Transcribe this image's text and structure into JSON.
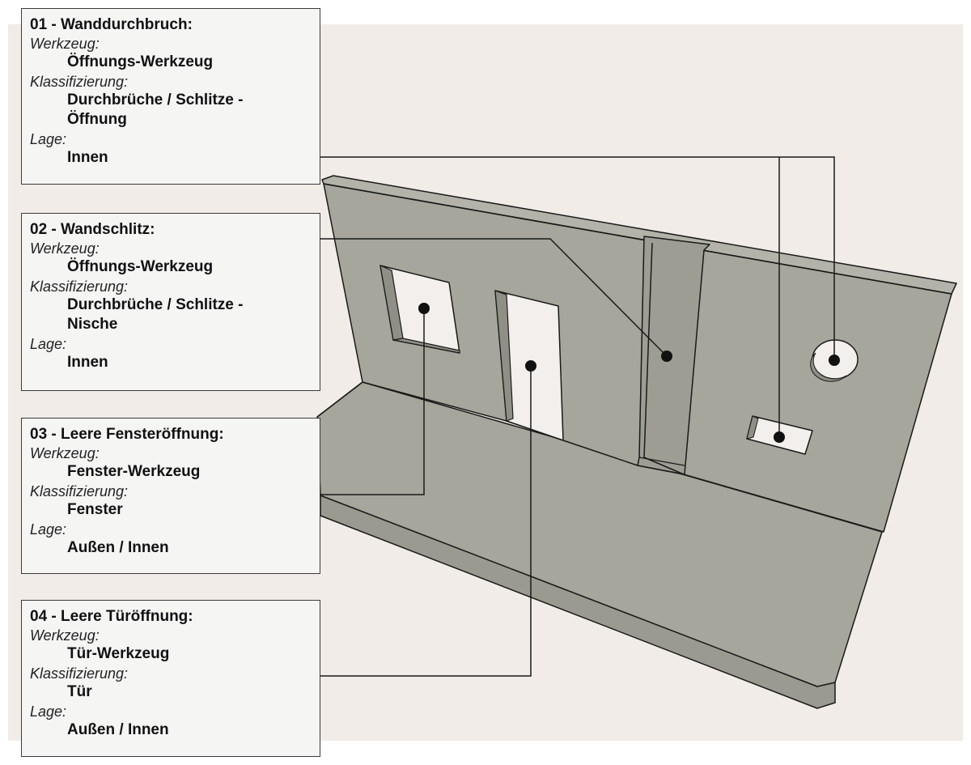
{
  "colors": {
    "background_area": "#f1ece8",
    "wall_fill": "#a6a69c",
    "wall_shade": "#9d9d93",
    "opening_fill": "#f3efec",
    "outline": "#1a1a1a",
    "panel_fill": "#f5f5f4"
  },
  "callouts": [
    {
      "title": "01 - Wanddurchbruch:",
      "tool_label": "Werkzeug:",
      "tool": "Öffnungs-Werkzeug",
      "class_label": "Klassifizierung:",
      "class_lines": [
        "Durchbrüche / Schlitze -",
        "Öffnung"
      ],
      "pos_label": "Lage:",
      "pos": "Innen"
    },
    {
      "title": "02 - Wandschlitz:",
      "tool_label": "Werkzeug:",
      "tool": "Öffnungs-Werkzeug",
      "class_label": "Klassifizierung:",
      "class_lines": [
        "Durchbrüche / Schlitze -",
        "Nische"
      ],
      "pos_label": "Lage:",
      "pos": "Innen"
    },
    {
      "title": "03 - Leere Fensteröffnung:",
      "tool_label": "Werkzeug:",
      "tool": "Fenster-Werkzeug",
      "class_label": "Klassifizierung:",
      "class_lines": [
        "Fenster"
      ],
      "pos_label": "Lage:",
      "pos": "Außen / Innen"
    },
    {
      "title": "04 - Leere Türöffnung:",
      "tool_label": "Werkzeug:",
      "tool": "Tür-Werkzeug",
      "class_label": "Klassifizierung:",
      "class_lines": [
        "Tür"
      ],
      "pos_label": "Lage:",
      "pos": "Außen / Innen"
    }
  ]
}
